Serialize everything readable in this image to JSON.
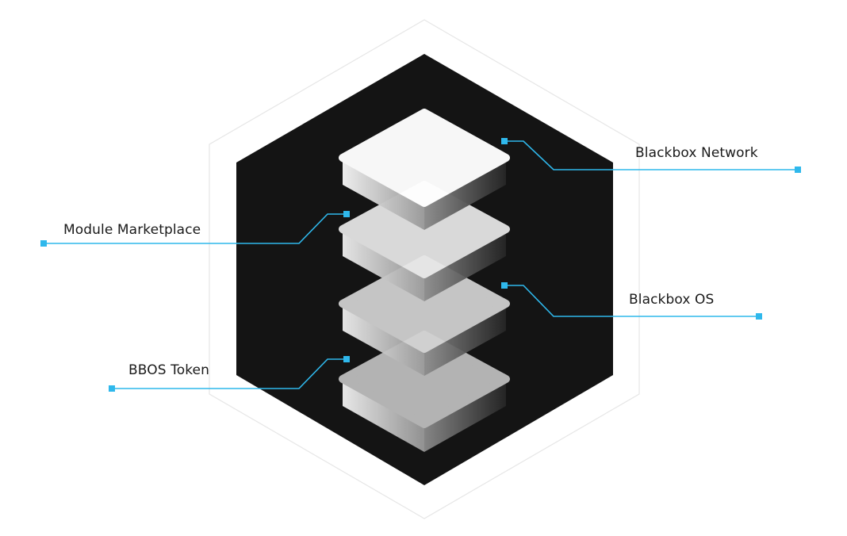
{
  "colors": {
    "hex_outline": "#e6e6e6",
    "hex_fill": "#141414",
    "connector": "#2fb8ec",
    "label_text": "#1a1a1a"
  },
  "layers": [
    {
      "name": "Blackbox Network",
      "top_color": "#ffffff"
    },
    {
      "name": "Module Marketplace",
      "top_color": "#e8e8e8"
    },
    {
      "name": "Blackbox OS",
      "top_color": "#d3d3d3"
    },
    {
      "name": "BBOS Token",
      "top_color": "#bdbdbd"
    }
  ],
  "labels": {
    "network": "Blackbox Network",
    "marketplace": "Module Marketplace",
    "os": "Blackbox OS",
    "token": "BBOS Token"
  }
}
